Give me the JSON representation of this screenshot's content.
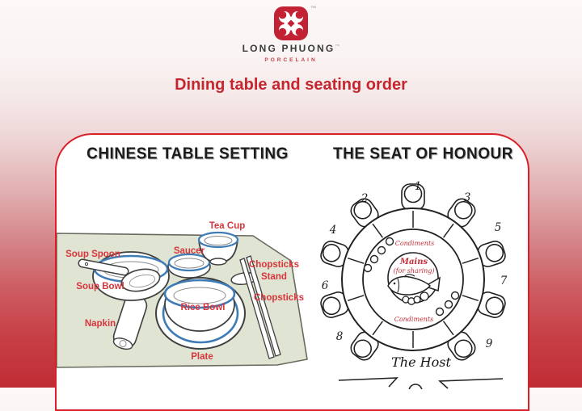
{
  "brand": {
    "name": "LONG PHUONG",
    "tagline": "PORCELAIN",
    "trademark": "™"
  },
  "title": "Dining table and seating order",
  "panels": {
    "table_setting": {
      "heading": "CHINESE TABLE SETTING",
      "labels": {
        "soup_spoon": "Soup Spoon",
        "soup_bowl": "Soup Bowl",
        "napkin": "Napkin",
        "saucer": "Saucer",
        "tea_cup": "Tea Cup",
        "chopsticks_stand_line1": "Chopsticks",
        "chopsticks_stand_line2": "Stand",
        "chopsticks": "Chopsticks",
        "rice_bowl": "Rice Bowl",
        "plate": "Plate"
      }
    },
    "seat_of_honour": {
      "heading": "THE SEAT OF HONOUR",
      "seat_numbers": [
        "1",
        "2",
        "3",
        "4",
        "5",
        "6",
        "7",
        "8",
        "9"
      ],
      "labels": {
        "condiments_top": "Condiments",
        "mains_line1": "Mains",
        "mains_line2": "(for sharing)",
        "condiments_bottom": "Condiments",
        "host": "The Host"
      }
    }
  },
  "colors": {
    "accent_red": "#c5262d",
    "brand_red": "#c22233",
    "label_red": "#d8353c",
    "rim_blue": "#3f7cb6",
    "placemat_green": "#e0e4d2"
  }
}
